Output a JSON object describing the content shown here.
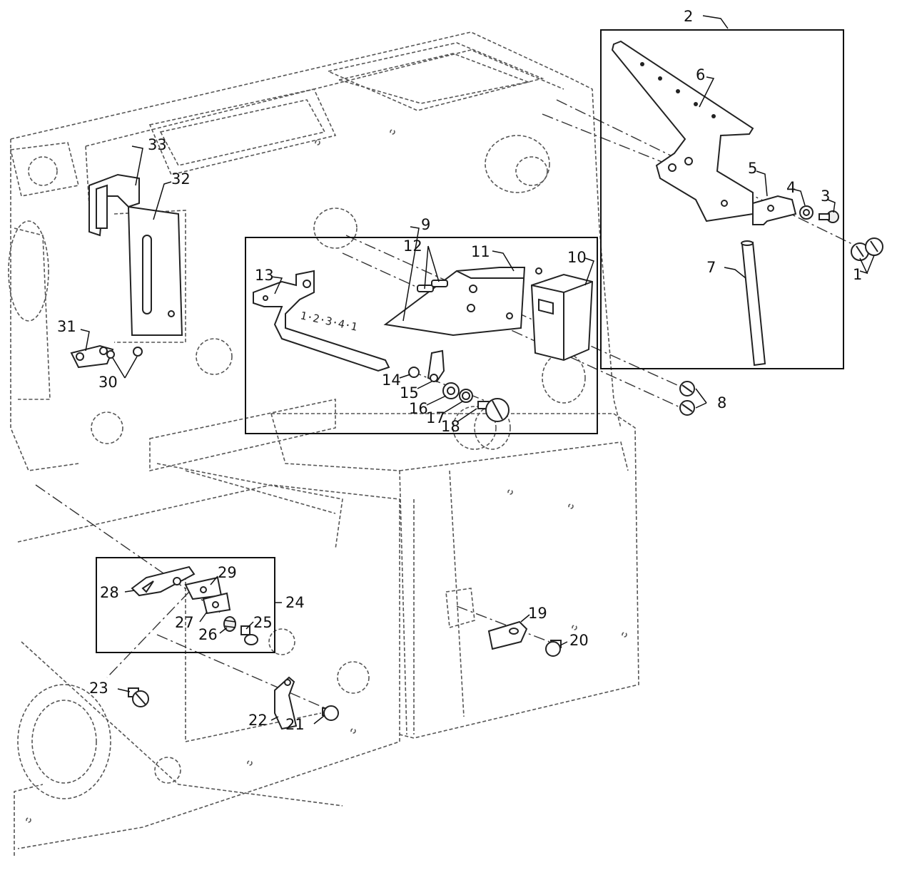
{
  "callouts": [
    {
      "key": "c2",
      "text": "2"
    },
    {
      "key": "c6",
      "text": "6"
    },
    {
      "key": "c5",
      "text": "5"
    },
    {
      "key": "c4",
      "text": "4"
    },
    {
      "key": "c3",
      "text": "3"
    },
    {
      "key": "c1",
      "text": "1"
    },
    {
      "key": "c7",
      "text": "7"
    },
    {
      "key": "c8",
      "text": "8"
    },
    {
      "key": "c9",
      "text": "9"
    },
    {
      "key": "c10",
      "text": "10"
    },
    {
      "key": "c11",
      "text": "11"
    },
    {
      "key": "c12",
      "text": "12"
    },
    {
      "key": "c13",
      "text": "13"
    },
    {
      "key": "c14",
      "text": "14"
    },
    {
      "key": "c15",
      "text": "15"
    },
    {
      "key": "c16",
      "text": "16"
    },
    {
      "key": "c17",
      "text": "17"
    },
    {
      "key": "c18",
      "text": "18"
    },
    {
      "key": "c19",
      "text": "19"
    },
    {
      "key": "c20",
      "text": "20"
    },
    {
      "key": "c21",
      "text": "21"
    },
    {
      "key": "c22",
      "text": "22"
    },
    {
      "key": "c23",
      "text": "23"
    },
    {
      "key": "c24",
      "text": "24"
    },
    {
      "key": "c25",
      "text": "25"
    },
    {
      "key": "c26",
      "text": "26"
    },
    {
      "key": "c27",
      "text": "27"
    },
    {
      "key": "c28",
      "text": "28"
    },
    {
      "key": "c29",
      "text": "29"
    },
    {
      "key": "c30",
      "text": "30"
    },
    {
      "key": "c31",
      "text": "31"
    },
    {
      "key": "c32",
      "text": "32"
    },
    {
      "key": "c33",
      "text": "33"
    }
  ],
  "scale_marks": "1·2·3·4·1"
}
